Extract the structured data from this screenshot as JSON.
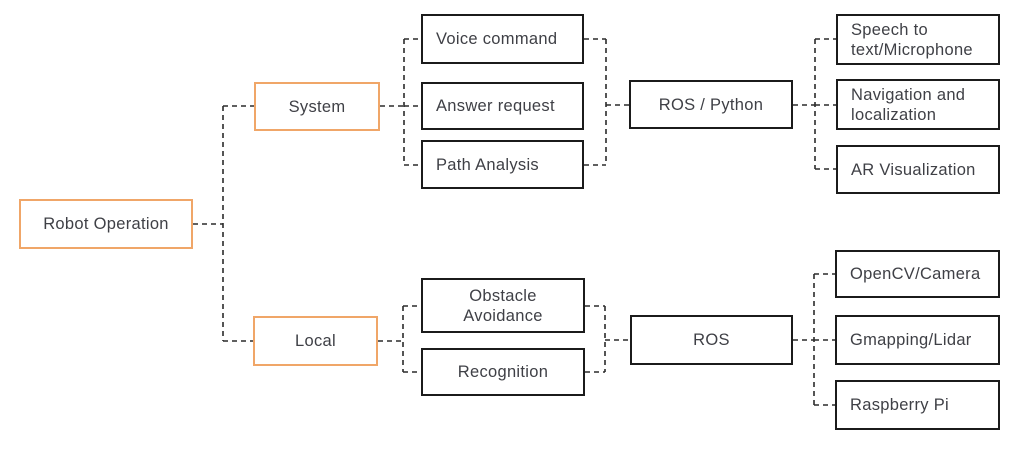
{
  "diagram": {
    "connector_style": "dashed",
    "colors": {
      "accent_border": "#f0a668",
      "node_border": "#1b1b1b",
      "text": "#3f4046",
      "connector": "#2b2b2b",
      "background": "#ffffff"
    },
    "nodes": {
      "robot_operation": {
        "label": "Robot Operation"
      },
      "system": {
        "label": "System"
      },
      "local": {
        "label": "Local"
      },
      "voice_command": {
        "label": "Voice command"
      },
      "answer_request": {
        "label": "Answer request"
      },
      "path_analysis": {
        "label": "Path Analysis"
      },
      "ros_python": {
        "label": "ROS / Python"
      },
      "ros": {
        "label": "ROS"
      },
      "speech_to_text": {
        "lines": [
          "Speech to",
          "text/Microphone"
        ]
      },
      "navigation": {
        "lines": [
          "Navigation and",
          "localization"
        ]
      },
      "ar_visualization": {
        "label": "AR Visualization"
      },
      "obstacle_avoidance": {
        "lines": [
          "Obstacle",
          "Avoidance"
        ]
      },
      "recognition": {
        "label": "Recognition"
      },
      "opencv": {
        "label": "OpenCV/Camera"
      },
      "gmapping": {
        "label": "Gmapping/Lidar"
      },
      "raspberry_pi": {
        "label": "Raspberry Pi"
      }
    },
    "edges": [
      [
        "Robot Operation",
        "System"
      ],
      [
        "Robot Operation",
        "Local"
      ],
      [
        "System",
        "Voice command"
      ],
      [
        "System",
        "Answer request"
      ],
      [
        "System",
        "Path Analysis"
      ],
      [
        "Voice command",
        "ROS / Python"
      ],
      [
        "Path Analysis",
        "ROS / Python"
      ],
      [
        "ROS / Python",
        "Speech to text/Microphone"
      ],
      [
        "ROS / Python",
        "Navigation and localization"
      ],
      [
        "ROS / Python",
        "AR Visualization"
      ],
      [
        "Local",
        "Obstacle Avoidance"
      ],
      [
        "Local",
        "Recognition"
      ],
      [
        "Obstacle Avoidance",
        "ROS"
      ],
      [
        "Recognition",
        "ROS"
      ],
      [
        "ROS",
        "OpenCV/Camera"
      ],
      [
        "ROS",
        "Gmapping/Lidar"
      ],
      [
        "ROS",
        "Raspberry Pi"
      ]
    ]
  }
}
